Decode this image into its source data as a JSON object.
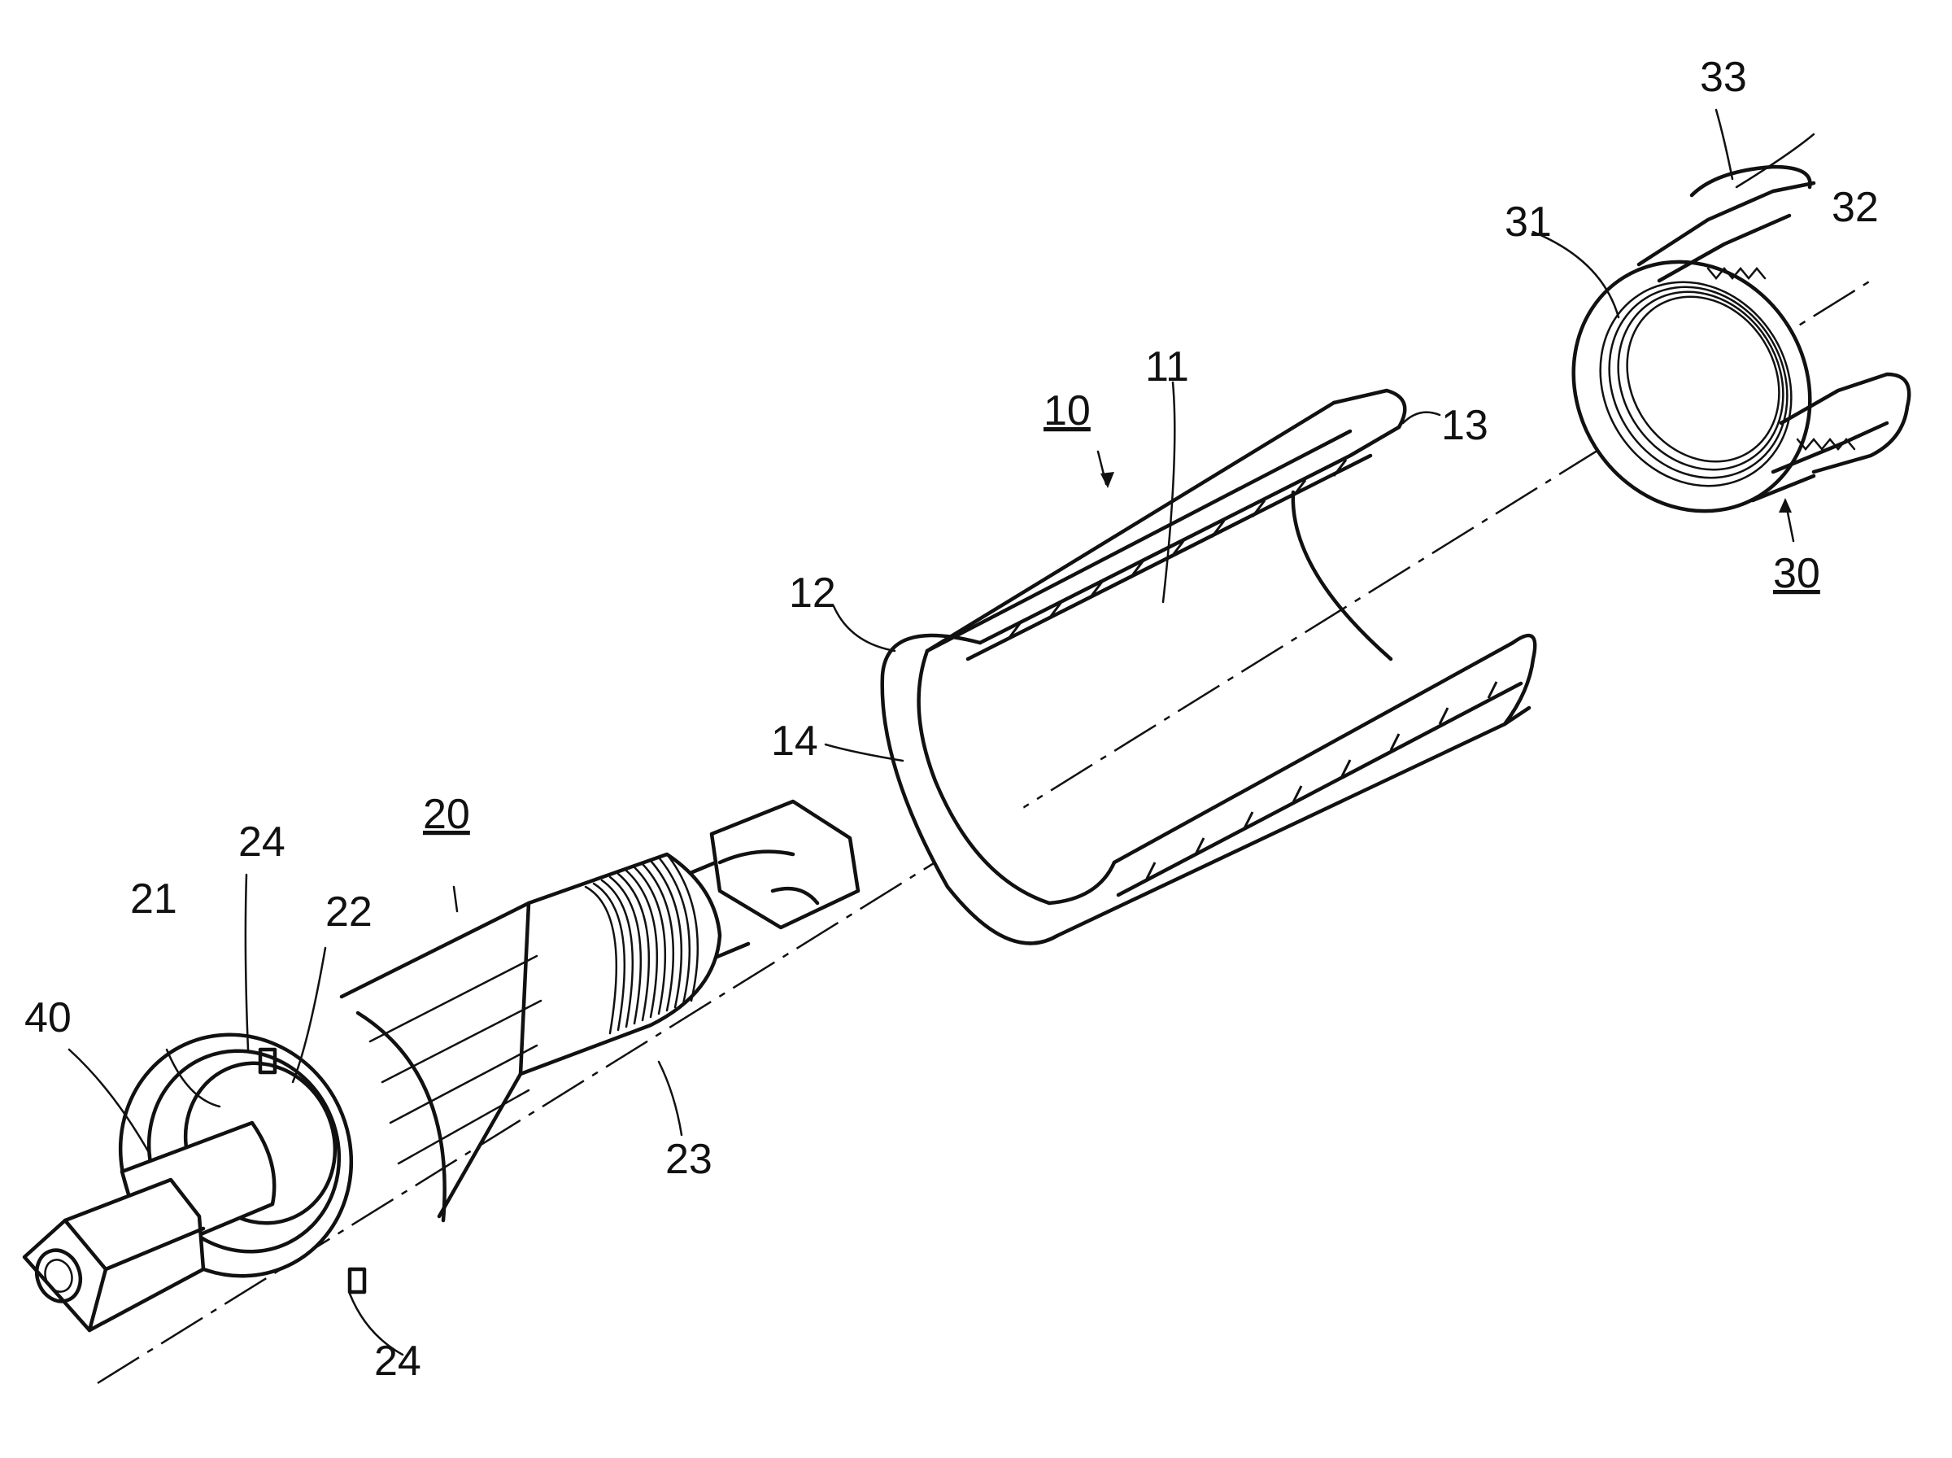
{
  "labels": {
    "l10": "10",
    "l11": "11",
    "l12": "12",
    "l13": "13",
    "l14": "14",
    "l20": "20",
    "l21": "21",
    "l22": "22",
    "l23": "23",
    "l24a": "24",
    "l24b": "24",
    "l30": "30",
    "l31": "31",
    "l32": "32",
    "l33": "33",
    "l40": "40"
  }
}
